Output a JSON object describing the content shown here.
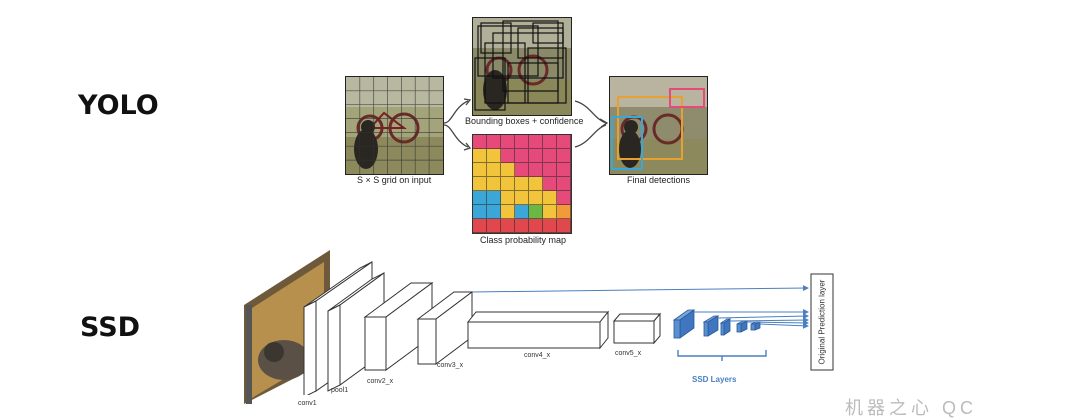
{
  "yolo": {
    "title": "YOLO",
    "grid_caption": "S × S grid on input",
    "bbox_caption": "Bounding boxes + confidence",
    "prob_caption": "Class probability map",
    "final_caption": "Final detections",
    "prob_colors": {
      "yellow": "#f2c43c",
      "pink": "#e64a7a",
      "blue": "#3ba6d8",
      "green": "#6cb744",
      "red": "#e0484e",
      "orange": "#f29a3a"
    },
    "prob_rows": [
      [
        "pink",
        "pink",
        "pink",
        "pink",
        "pink",
        "pink",
        "pink"
      ],
      [
        "yellow",
        "yellow",
        "pink",
        "pink",
        "pink",
        "pink",
        "pink"
      ],
      [
        "yellow",
        "yellow",
        "yellow",
        "pink",
        "pink",
        "pink",
        "pink"
      ],
      [
        "yellow",
        "yellow",
        "yellow",
        "yellow",
        "yellow",
        "pink",
        "pink"
      ],
      [
        "blue",
        "blue",
        "yellow",
        "yellow",
        "yellow",
        "yellow",
        "pink"
      ],
      [
        "blue",
        "blue",
        "yellow",
        "blue",
        "green",
        "yellow",
        "orange"
      ],
      [
        "red",
        "red",
        "red",
        "red",
        "red",
        "red",
        "red"
      ]
    ]
  },
  "ssd": {
    "title": "SSD",
    "layers": [
      "conv1",
      "pool1",
      "conv2_x",
      "conv3_x",
      "conv4_x",
      "conv5_x"
    ],
    "ssd_layers_label": "SSD Layers",
    "prediction_label": "Original Prediction layer",
    "accent": "#4a7fc0"
  },
  "watermark": "机器之心 QC"
}
